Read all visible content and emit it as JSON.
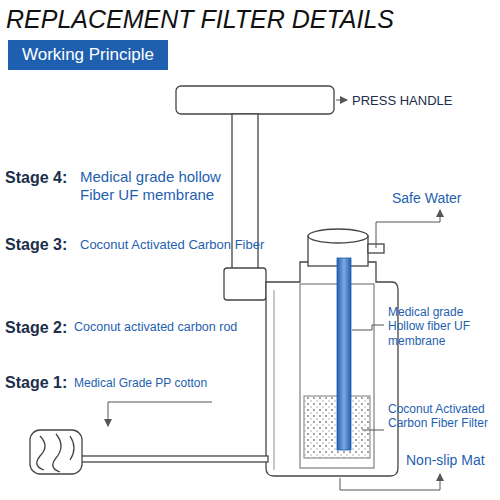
{
  "diagram": {
    "title": "REPLACEMENT FILTER DETAILS",
    "nodes": [
      {
        "text": [
          "Working Principle"
        ]
      }
    ],
    "labels": [
      "PRESS HANDLE",
      "Stage 4:",
      "Medical grade hollow Fiber UF membrane",
      "Safe Water",
      "Stage 3:",
      "Coconut Activated Carbon Fiber",
      "Medical grade Hollow fiber UF membrane",
      "Stage 2:",
      "Coconut activated carbon rod",
      "Stage 1:",
      "Medical Grade PP cotton",
      "Coconut Activated Carbon Fiber Filter",
      "Non-slip Mat"
    ]
  }
}
